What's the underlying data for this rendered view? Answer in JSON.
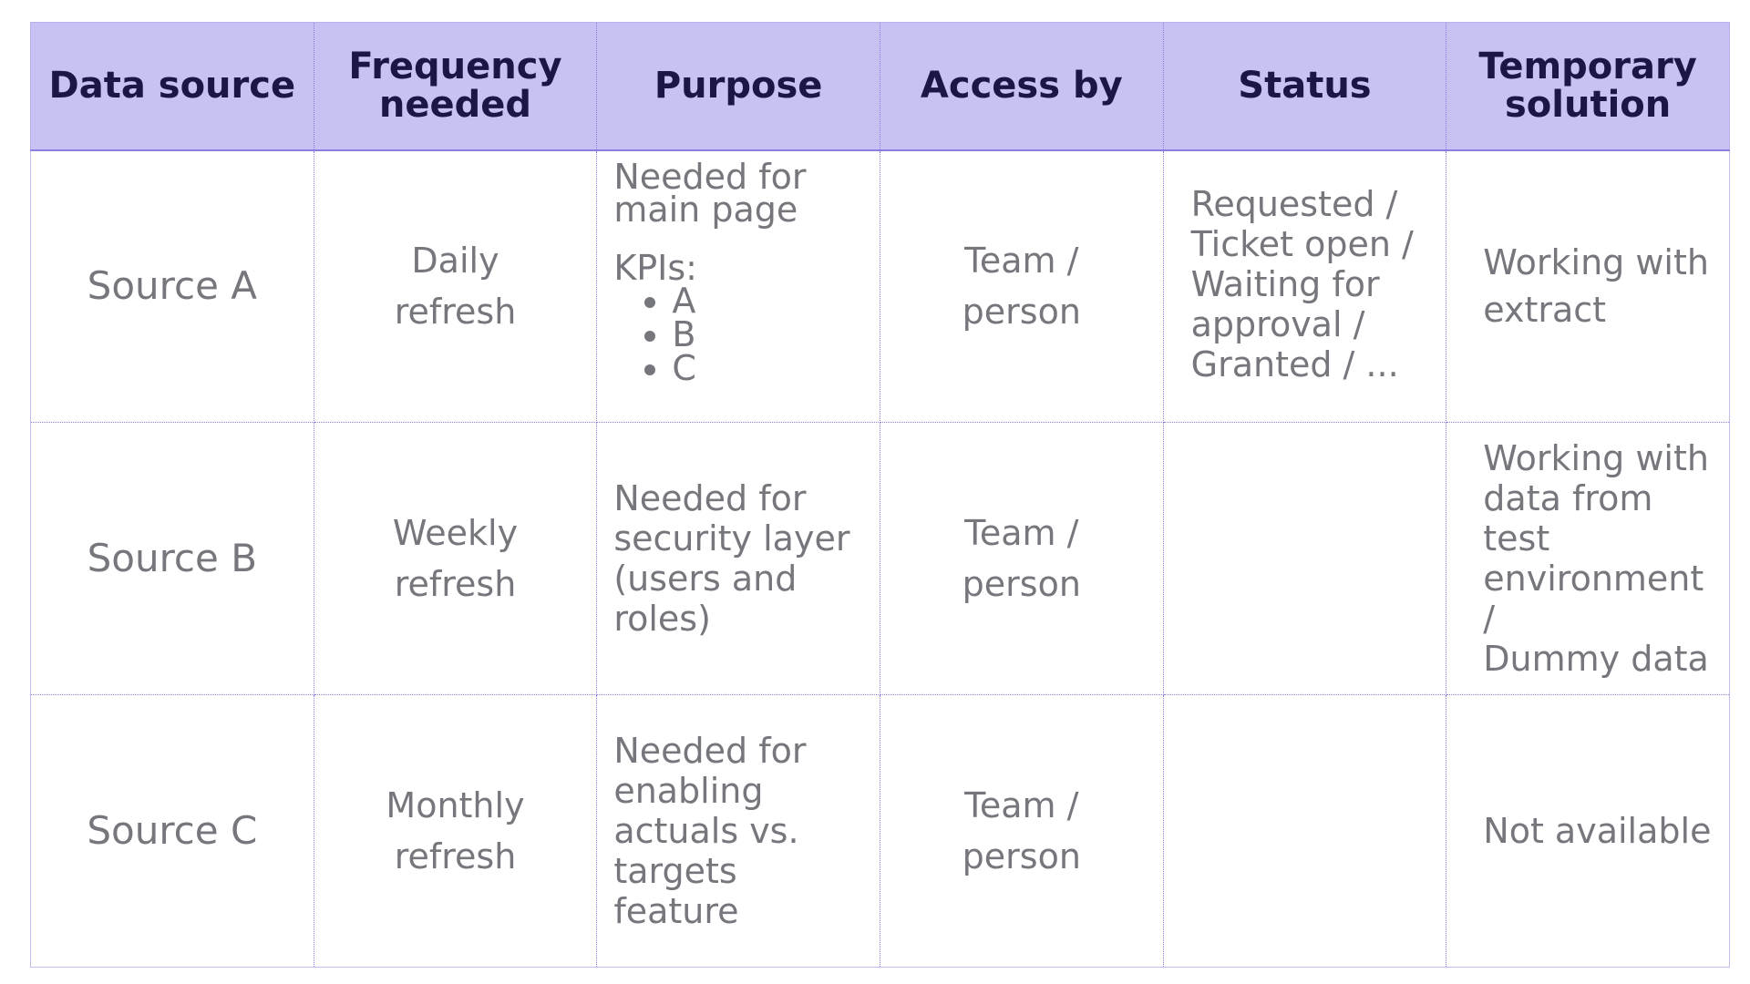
{
  "table": {
    "headers": [
      [
        "Data source"
      ],
      [
        "Frequency",
        "needed"
      ],
      [
        "Purpose"
      ],
      [
        "Access by"
      ],
      [
        "Status"
      ],
      [
        "Temporary",
        "solution"
      ]
    ],
    "rows": [
      {
        "source": "Source A",
        "frequency": [
          "Daily",
          "refresh"
        ],
        "purpose": {
          "intro": [
            "Needed for",
            "main page"
          ],
          "kpi_label": "KPIs:",
          "kpis": [
            "A",
            "B",
            "C"
          ]
        },
        "access": [
          "Team /",
          "person"
        ],
        "status": [
          "Requested /",
          "Ticket open /",
          "Waiting for",
          "approval /",
          "Granted / ..."
        ],
        "temporary": [
          "Working with",
          "extract"
        ]
      },
      {
        "source": "Source B",
        "frequency": [
          "Weekly",
          "refresh"
        ],
        "purpose": [
          "Needed for",
          "security layer",
          "(users and",
          "roles)"
        ],
        "access": [
          "Team /",
          "person"
        ],
        "status": [],
        "temporary": [
          "Working with",
          "data from test",
          "environment /",
          "Dummy data"
        ]
      },
      {
        "source": "Source C",
        "frequency": [
          "Monthly",
          "refresh"
        ],
        "purpose": [
          "Needed for",
          "enabling",
          "actuals vs.",
          "targets feature"
        ],
        "access": [
          "Team /",
          "person"
        ],
        "status": [],
        "temporary": [
          "Not available"
        ]
      }
    ]
  },
  "colors": {
    "header_bg": "#c8c1f3",
    "header_text": "#1a1748",
    "body_text": "#76767d",
    "grid": "#8a7fe0"
  }
}
